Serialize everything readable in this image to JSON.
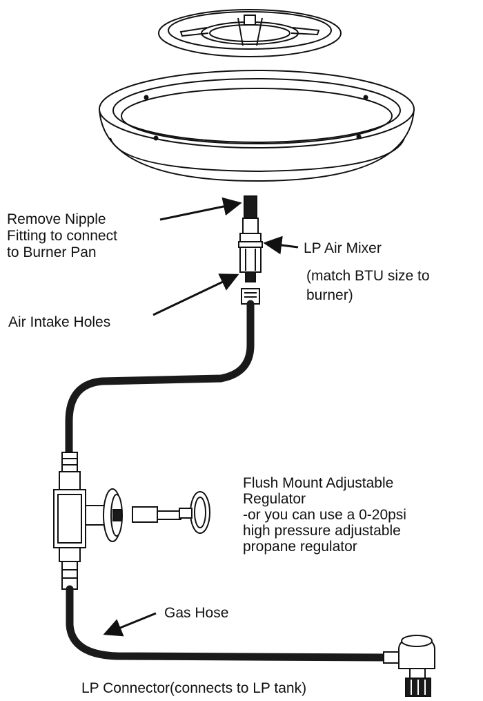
{
  "labels": {
    "nipple": [
      "Remove Nipple",
      "Fitting to connect",
      "to Burner Pan"
    ],
    "mixer": [
      "LP Air Mixer",
      "(match BTU size to",
      "burner)"
    ],
    "intake": "Air Intake Holes",
    "regulator": [
      "Flush Mount Adjustable",
      "Regulator",
      "-or you can use a 0-20psi",
      "high pressure adjustable",
      "propane regulator"
    ],
    "hose": "Gas Hose",
    "connector": "LP Connector(connects to LP tank)"
  },
  "colors": {
    "line": "#111111",
    "hose": "#1a1a1a",
    "paper": "#ffffff"
  }
}
